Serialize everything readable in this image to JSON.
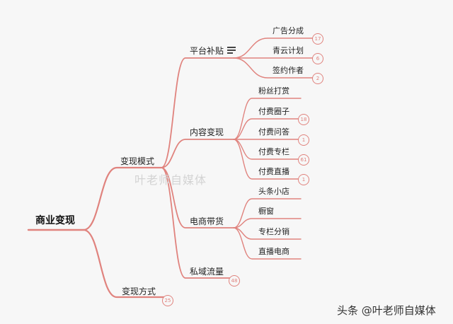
{
  "diagram": {
    "root": "商业变现",
    "branches": [
      {
        "label": "变现模式",
        "children": [
          {
            "label": "平台补贴",
            "note_icon": "note-lines-icon",
            "children": [
              {
                "label": "广告分成",
                "badge": "17"
              },
              {
                "label": "青云计划",
                "badge": "6"
              },
              {
                "label": "签约作者",
                "badge": "2"
              }
            ]
          },
          {
            "label": "内容变现",
            "children": [
              {
                "label": "粉丝打赏"
              },
              {
                "label": "付费圈子",
                "badge": "18"
              },
              {
                "label": "付费问答",
                "badge": "1"
              },
              {
                "label": "付费专栏",
                "badge": "61"
              },
              {
                "label": "付费直播",
                "badge": "1"
              }
            ]
          },
          {
            "label": "电商带货",
            "children": [
              {
                "label": "头条小店"
              },
              {
                "label": "橱窗"
              },
              {
                "label": "专栏分销"
              },
              {
                "label": "直播电商"
              }
            ]
          },
          {
            "label": "私域流量",
            "badge": "48"
          }
        ]
      },
      {
        "label": "变现方式",
        "badge": "25"
      }
    ]
  },
  "watermark": "叶老师自媒体",
  "credit": "头条 @叶老师自媒体",
  "colors": {
    "branch_line": "#e0837e",
    "badge": "#e0837e",
    "background": "#f7f7f7",
    "text": "#222222"
  }
}
